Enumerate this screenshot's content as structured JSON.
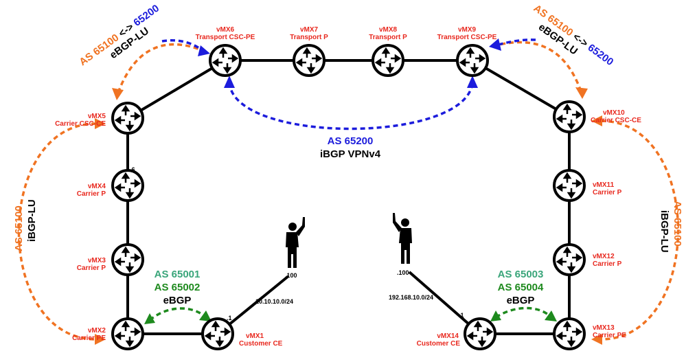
{
  "colors": {
    "link": "#000000",
    "router_label": "#e8281e",
    "as_orange": "#f07322",
    "as_blue": "#1c1cdc",
    "as_green_light": "#3aa57a",
    "as_green_dark": "#1e8a1e",
    "arrow_orange": "#f07322",
    "arrow_blue": "#1c1cdc",
    "arrow_green": "#1e8a1e"
  },
  "routers": {
    "vmx1": {
      "name": "vMX1",
      "role": "Customer CE"
    },
    "vmx2": {
      "name": "vMX2",
      "role": "Carrier PE"
    },
    "vmx3": {
      "name": "vMX3",
      "role": "Carrier P"
    },
    "vmx4": {
      "name": "vMX4",
      "role": "Carrier P"
    },
    "vmx5": {
      "name": "vMX5",
      "role": "Carrier CSC-CE"
    },
    "vmx6": {
      "name": "vMX6",
      "role": "Transport CSC-PE"
    },
    "vmx7": {
      "name": "vMX7",
      "role": "Transport P"
    },
    "vmx8": {
      "name": "vMX8",
      "role": "Transport P"
    },
    "vmx9": {
      "name": "vMX9",
      "role": "Transport CSC-PE"
    },
    "vmx10": {
      "name": "vMX10",
      "role": "Carrier CSC-CE"
    },
    "vmx11": {
      "name": "vMX11",
      "role": "Carrier P"
    },
    "vmx12": {
      "name": "vMX12",
      "role": "Carrier P"
    },
    "vmx13": {
      "name": "vMX13",
      "role": "Carrier PE"
    },
    "vmx14": {
      "name": "vMX14",
      "role": "Customer CE"
    }
  },
  "addresses": {
    "vmx4_if": ".6",
    "vmx1_if": ".1",
    "host_left_if": ".100",
    "subnet_left": "10.10.10.0/24",
    "vmx14_if": ".1",
    "host_right_if": ".100",
    "subnet_right": "192.168.10.0/24"
  },
  "sessions": {
    "top_left": {
      "as_a": "AS 65100",
      "sep": " <-> ",
      "as_b": "65200",
      "proto": "eBGP-LU"
    },
    "top_right": {
      "as_a": "AS 65100",
      "sep": " <-> ",
      "as_b": "65200",
      "proto": "eBGP-LU"
    },
    "center": {
      "as": "AS 65200",
      "proto": "iBGP VPNv4"
    },
    "left_side": {
      "as": "AS 65100",
      "proto": "iBGP-LU"
    },
    "right_side": {
      "as": "AS 65100",
      "proto": "iBGP-LU"
    },
    "bottom_left": {
      "as_a": "AS 65001",
      "as_b": "AS 65002",
      "proto": "eBGP"
    },
    "bottom_right": {
      "as_a": "AS 65003",
      "as_b": "AS 65004",
      "proto": "eBGP"
    }
  }
}
